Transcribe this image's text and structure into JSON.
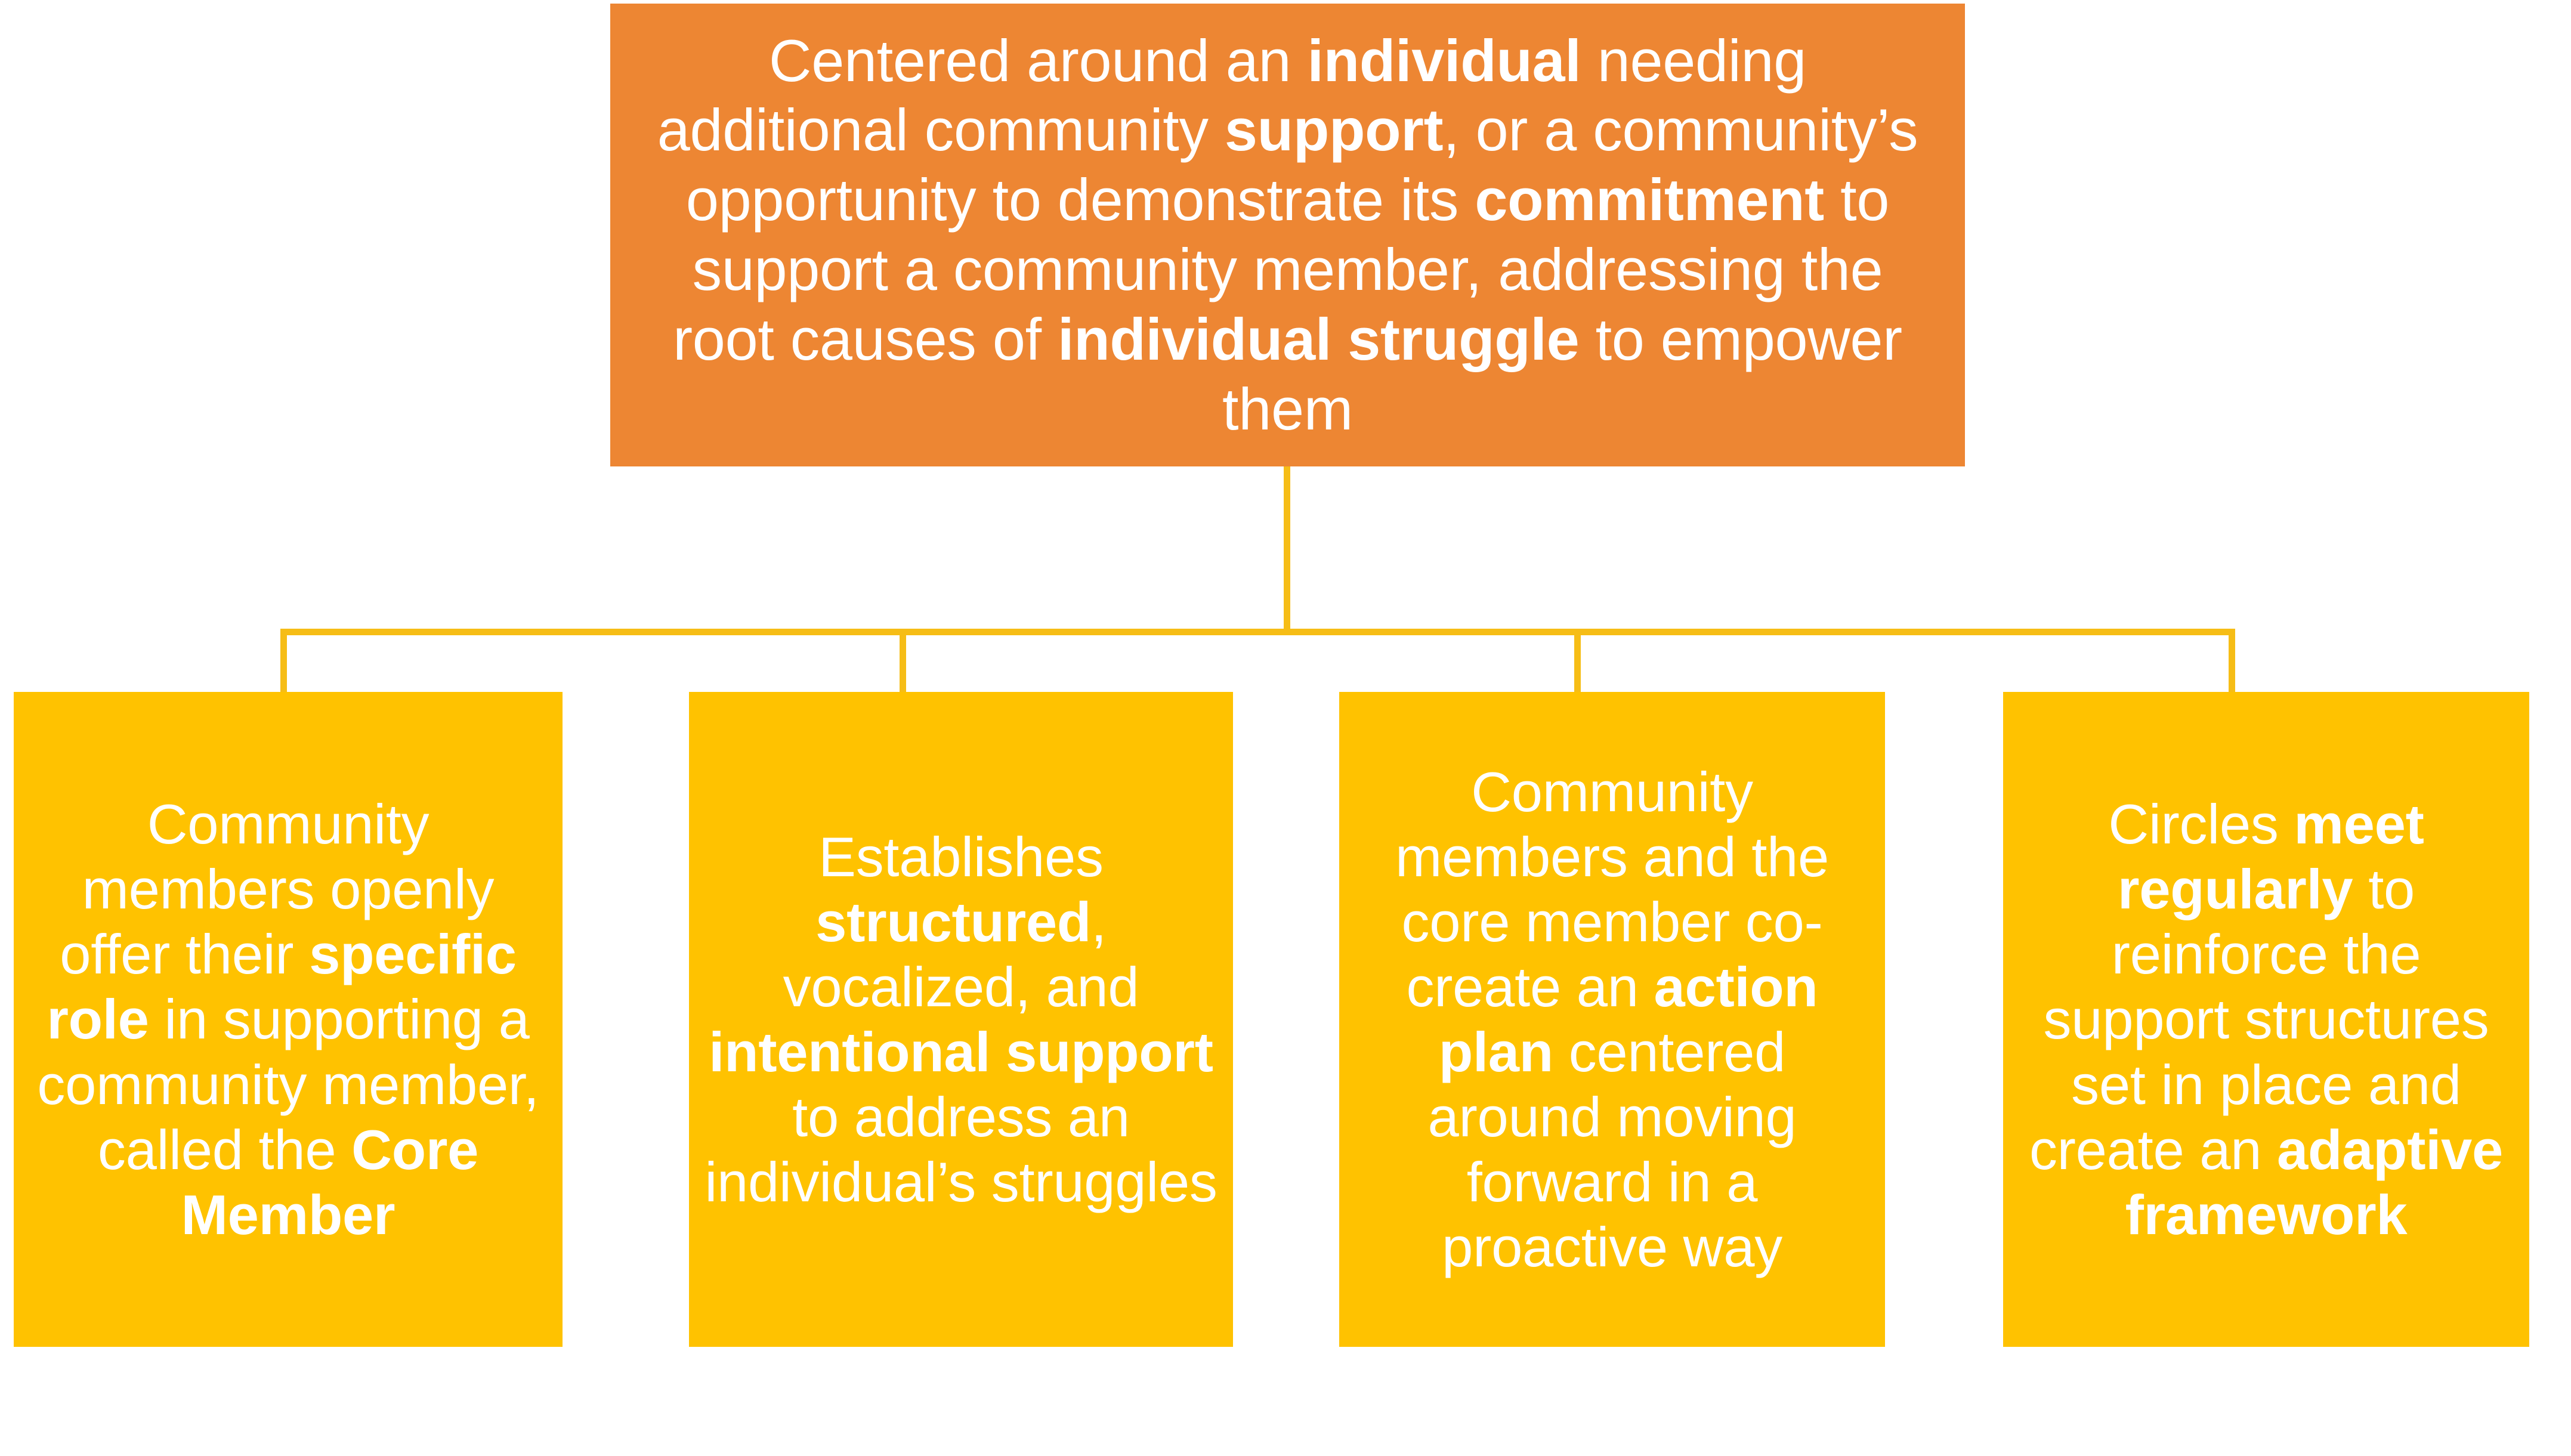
{
  "diagram": {
    "type": "hierarchy-tree",
    "orientation": "top-down",
    "colors": {
      "root_fill": "#ED8633",
      "child_fill": "#FFC200",
      "connector": "#F6BD16",
      "text": "#FFFFFF",
      "background": "#FFFFFF"
    },
    "root": {
      "id": "root-node",
      "fill": "#ED8633",
      "text_plain": "Centered around an individual needing additional community support, or a community’s opportunity to demonstrate its commitment to support a community member, addressing the root causes of individual struggle to empower them",
      "text_html": "Centered around an <b>individual</b> needing additional community <b>support</b>, or a community’s opportunity to demonstrate its <b>commitment</b> to support a community member, addressing the root causes of <b>individual struggle</b> to empower them",
      "emphasized_terms": [
        "individual",
        "support",
        "commitment",
        "individual struggle"
      ]
    },
    "children": [
      {
        "id": "child-node-1",
        "fill": "#FFC200",
        "text_plain": "Community members openly offer their specific role in supporting a community member, called the Core Member",
        "text_html": "Community members openly offer their <b>specific role</b> in supporting a community member, called the <b>Core Member</b>",
        "emphasized_terms": [
          "specific role",
          "Core Member"
        ]
      },
      {
        "id": "child-node-2",
        "fill": "#FFC200",
        "text_plain": "Establishes structured, vocalized, and intentional support to address an individual's struggles",
        "text_html": "Establishes <b>structured</b>, vocalized, and <b>intentional support</b> to address an individual’s struggles",
        "emphasized_terms": [
          "structured",
          "intentional support"
        ]
      },
      {
        "id": "child-node-3",
        "fill": "#FFC200",
        "text_plain": "Community members and the core member co-create an action plan centered around moving forward in a proactive way",
        "text_html": "Community members and the core member co-create an <b>action plan</b> centered around moving forward in a proactive way",
        "emphasized_terms": [
          "action plan"
        ]
      },
      {
        "id": "child-node-4",
        "fill": "#FFC200",
        "text_plain": "Circles meet regularly to reinforce the support structures set in place and create an adaptive framework",
        "text_html": "Circles <b>meet regularly</b> to reinforce the support structures set in place and create an <b>adaptive framework</b>",
        "emphasized_terms": [
          "meet regularly",
          "adaptive framework"
        ]
      }
    ]
  }
}
